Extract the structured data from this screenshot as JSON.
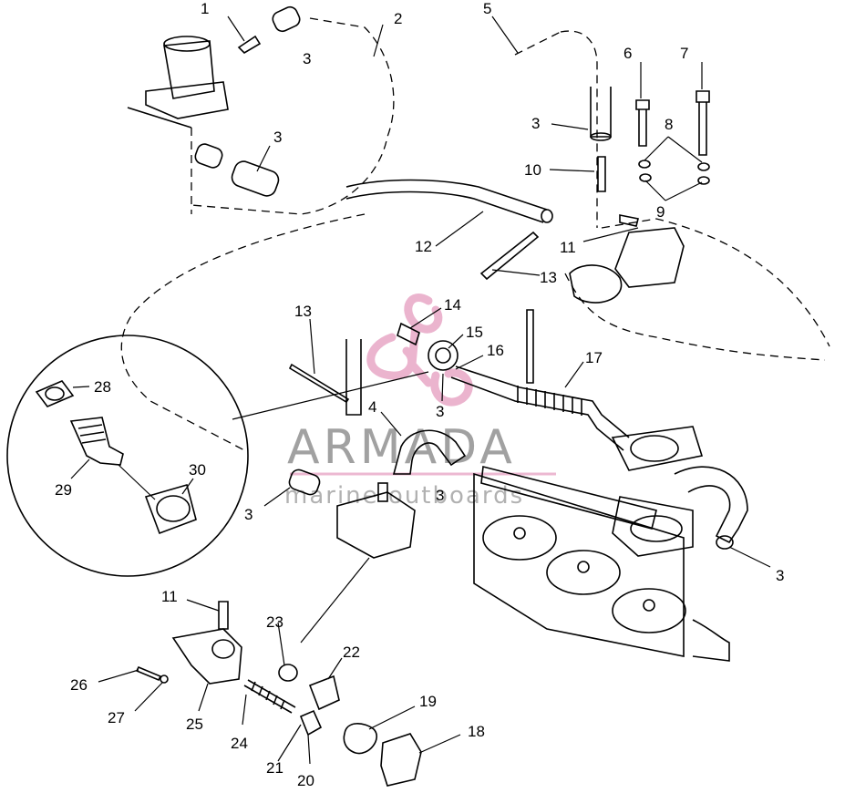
{
  "callouts": [
    {
      "id": "c1",
      "text": "1"
    },
    {
      "id": "c2",
      "text": "2"
    },
    {
      "id": "c3a",
      "text": "3"
    },
    {
      "id": "c3b",
      "text": "3"
    },
    {
      "id": "c3c",
      "text": "3"
    },
    {
      "id": "c3d",
      "text": "3"
    },
    {
      "id": "c3e",
      "text": "3"
    },
    {
      "id": "c3f",
      "text": "3"
    },
    {
      "id": "c3g",
      "text": "3"
    },
    {
      "id": "c4",
      "text": "4"
    },
    {
      "id": "c5",
      "text": "5"
    },
    {
      "id": "c6",
      "text": "6"
    },
    {
      "id": "c7",
      "text": "7"
    },
    {
      "id": "c8",
      "text": "8"
    },
    {
      "id": "c9",
      "text": "9"
    },
    {
      "id": "c10",
      "text": "10"
    },
    {
      "id": "c11a",
      "text": "11"
    },
    {
      "id": "c11b",
      "text": "11"
    },
    {
      "id": "c12",
      "text": "12"
    },
    {
      "id": "c13a",
      "text": "13"
    },
    {
      "id": "c13b",
      "text": "13"
    },
    {
      "id": "c14",
      "text": "14"
    },
    {
      "id": "c15",
      "text": "15"
    },
    {
      "id": "c16",
      "text": "16"
    },
    {
      "id": "c17",
      "text": "17"
    },
    {
      "id": "c18",
      "text": "18"
    },
    {
      "id": "c19",
      "text": "19"
    },
    {
      "id": "c20",
      "text": "20"
    },
    {
      "id": "c21",
      "text": "21"
    },
    {
      "id": "c22",
      "text": "22"
    },
    {
      "id": "c23",
      "text": "23"
    },
    {
      "id": "c24",
      "text": "24"
    },
    {
      "id": "c25",
      "text": "25"
    },
    {
      "id": "c26",
      "text": "26"
    },
    {
      "id": "c27",
      "text": "27"
    },
    {
      "id": "c28",
      "text": "28"
    },
    {
      "id": "c29",
      "text": "29"
    },
    {
      "id": "c30",
      "text": "30"
    }
  ],
  "watermark": {
    "brand": "ARMADA",
    "subtitle": "marine outboards",
    "logo_color": "#e8a7c6"
  }
}
